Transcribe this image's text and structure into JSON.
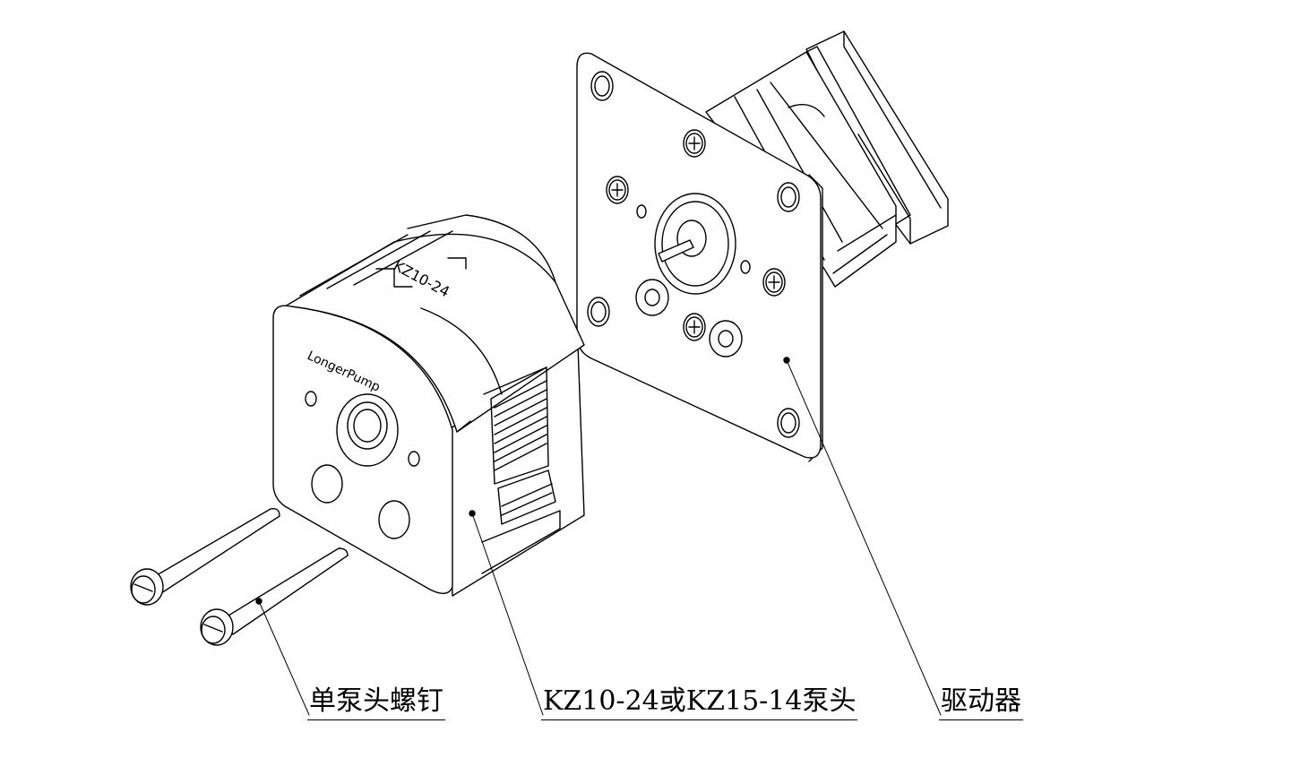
{
  "labels": {
    "screw": "单泵头螺钉",
    "pump_head": "KZ10-24或KZ15-14泵头",
    "driver": "驱动器"
  },
  "engravings": {
    "model": "KZ10-24",
    "brand": "LongerPump"
  },
  "colors": {
    "line": "#000000",
    "background": "#ffffff"
  }
}
